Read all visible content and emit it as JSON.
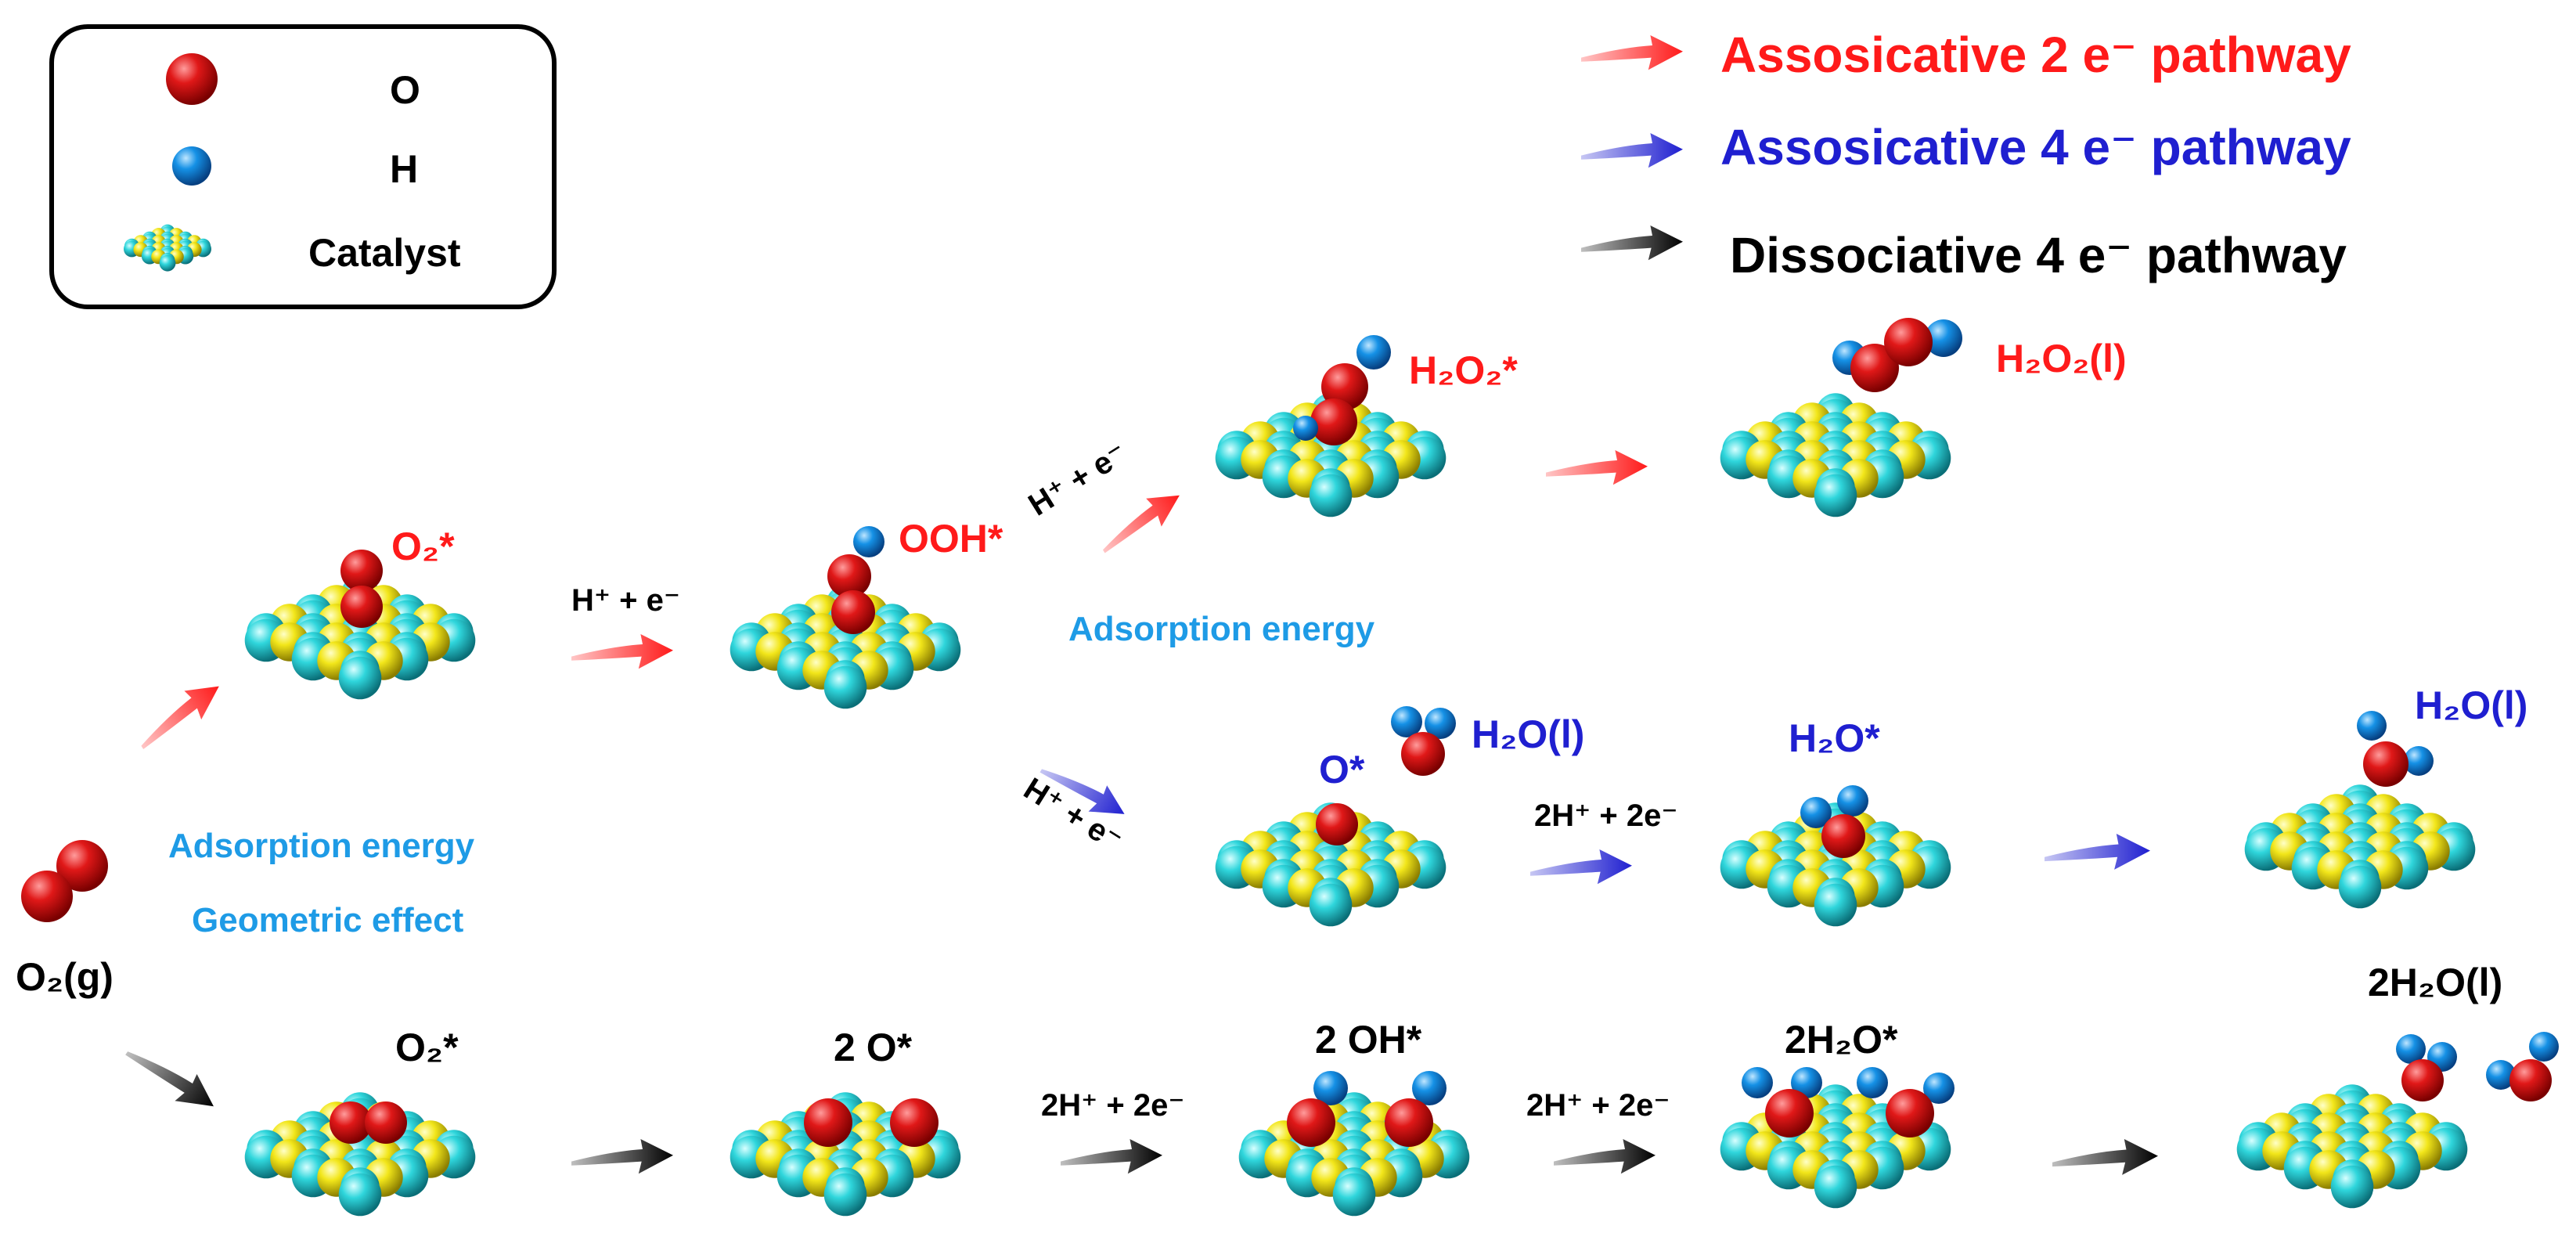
{
  "colors": {
    "red": "#ff1a1a",
    "blue": "#1f1fd0",
    "black": "#000000",
    "annotation": "#1e9be6",
    "oxygen": "#e01818",
    "hydrogen": "#1591e6",
    "catalyst_cyan": "#2fd6dc",
    "catalyst_yellow": "#f2e61a"
  },
  "legend": {
    "o_label": "O",
    "h_label": "H",
    "catalyst_label": "Catalyst"
  },
  "pathways": [
    {
      "text": "Assosicative 2 e⁻ pathway",
      "color": "red"
    },
    {
      "text": "Assosicative 4 e⁻ pathway",
      "color": "blue"
    },
    {
      "text": "Dissociative 4 e⁻ pathway",
      "color": "black"
    }
  ],
  "labels": {
    "o2g": "O₂(g)",
    "annotation_left_1": "Adsorption energy",
    "annotation_left_2": "Geometric effect",
    "annotation_middle": "Adsorption energy",
    "red_o2": "O₂*",
    "red_ooh": "OOH*",
    "red_h2o2_ads": "H₂O₂*",
    "red_h2o2_l": "H₂O₂(l)",
    "red_step_1": "H⁺ + e⁻",
    "red_step_2": "H⁺ + e⁻",
    "blue_o": "O*",
    "blue_h2o_l_1": "H₂O(l)",
    "blue_h2o_ads": "H₂O*",
    "blue_h2o_l_2": "H₂O(l)",
    "blue_step_1": "H⁺ + e⁻",
    "blue_step_2": "2H⁺ + 2e⁻",
    "black_o2": "O₂*",
    "black_2o": "2 O*",
    "black_2oh": "2 OH*",
    "black_2h2o_ads": "2H₂O*",
    "black_2h2o_l": "2H₂O(l)",
    "black_step_1": "2H⁺ + 2e⁻",
    "black_step_2": "2H⁺ + 2e⁻"
  }
}
